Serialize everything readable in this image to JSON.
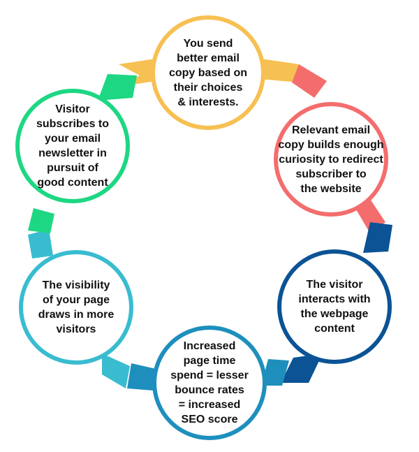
{
  "steps": [
    {
      "id": "send-copy",
      "text": "You send\nbetter email\ncopy based on\ntheir choices\n& interests.",
      "color": "#f7c052"
    },
    {
      "id": "relevant-copy",
      "text": "Relevant email\ncopy builds enough\ncuriosity to redirect\nsubscriber to\nthe website",
      "color": "#f46d6d"
    },
    {
      "id": "interacts",
      "text": "The visitor\ninteracts with\nthe webpage\ncontent",
      "color": "#0b5395"
    },
    {
      "id": "page-time",
      "text": "Increased\npage time\nspend = lesser\nbounce rates\n= increased\nSEO score",
      "color": "#1e8fbd"
    },
    {
      "id": "visibility",
      "text": "The visibility\nof your page\ndraws in more\nvisitors",
      "color": "#39bcd0"
    },
    {
      "id": "subscribes",
      "text": "Visitor\nsubscribes to\nyour email\nnewsletter in\npursuit of\ngood content",
      "color": "#1ed783"
    }
  ]
}
